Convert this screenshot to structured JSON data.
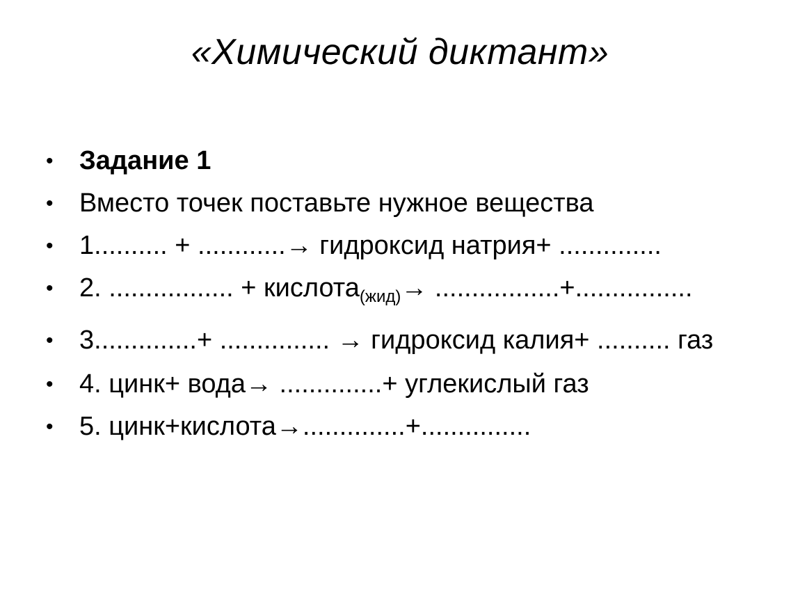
{
  "title": "«Химический диктант»",
  "bullet_symbol": "•",
  "items": [
    {
      "text": "Задание 1"
    },
    {
      "text": "Вместо точек поставьте нужное вещества"
    },
    {
      "text": "1.......... + ............→ гидроксид натрия+ .............."
    },
    {
      "before": "2. ................. + кислота",
      "subscript": "(жид)",
      "after": "→ .................+................"
    },
    {
      "text": "3..............+ ............... → гидроксид калия+ .......... газ"
    },
    {
      "text": "4. цинк+ вода→ ..............+ углекислый газ"
    },
    {
      "text": "5. цинк+кислота→..............+..............."
    }
  ]
}
